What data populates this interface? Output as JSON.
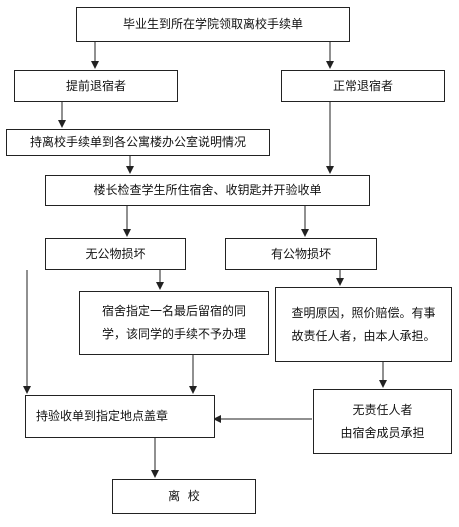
{
  "nodes": {
    "start": "毕业生到所在学院领取离校手续单",
    "early": "提前退宿者",
    "normal": "正常退宿者",
    "explain": "持离校手续单到各公寓楼办公室说明情况",
    "check": "楼长检查学生所住宿舍、收钥匙并开验收单",
    "no_damage": "无公物损坏",
    "has_damage": "有公物损坏",
    "designate": [
      "宿舍指定一名最后留宿的同",
      "学，该同学的手续不予办理"
    ],
    "investigate": [
      "查明原因，照价赔偿。有事",
      "故责任人者，由本人承担。"
    ],
    "stamp": "持验收单到指定地点盖章",
    "no_resp": [
      "无责任人者",
      "由宿舍成员承担"
    ],
    "leave": "离  校"
  }
}
